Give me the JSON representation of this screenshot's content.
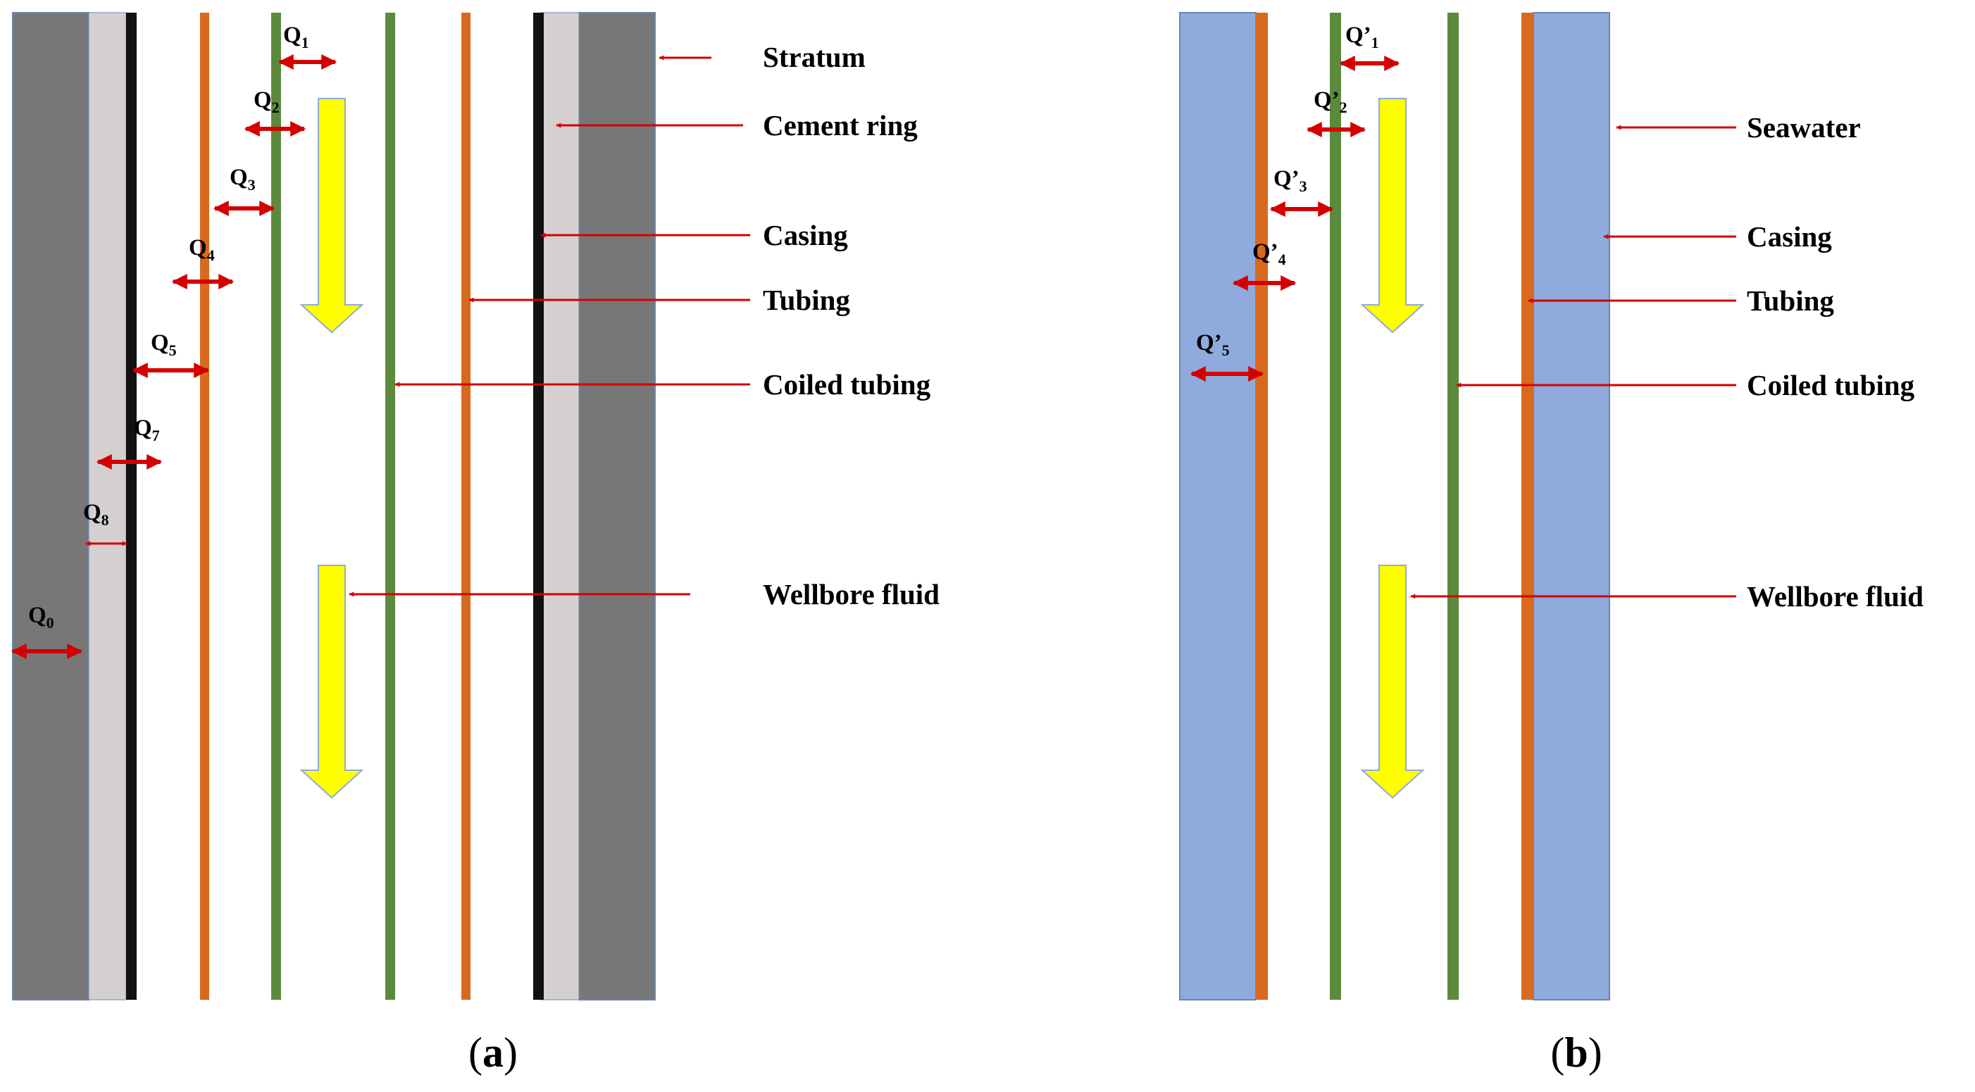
{
  "colors": {
    "stratum": "#777777",
    "cement": "#d4d0d0",
    "casing_black": "#111111",
    "tubing": "#d8691e",
    "coiled": "#5c8a3c",
    "seawater": "#8faadc",
    "arrow": "#d40000",
    "flow": "#ffff00"
  },
  "panel_a": {
    "caption": {
      "open": "(",
      "letter": "a",
      "close": ")"
    },
    "labels": {
      "stratum": "Stratum",
      "cement_ring": "Cement ring",
      "casing": "Casing",
      "tubing": "Tubing",
      "coiled_tubing": "Coiled tubing",
      "wellbore_fluid": "Wellbore  fluid"
    },
    "q": [
      {
        "base": "Q",
        "sub": "1"
      },
      {
        "base": "Q",
        "sub": "2"
      },
      {
        "base": "Q",
        "sub": "3"
      },
      {
        "base": "Q",
        "sub": "4"
      },
      {
        "base": "Q",
        "sub": "5"
      },
      {
        "base": "Q",
        "sub": "7"
      },
      {
        "base": "Q",
        "sub": "8"
      },
      {
        "base": "Q",
        "sub": "0"
      }
    ]
  },
  "panel_b": {
    "caption": {
      "open": "(",
      "letter": "b",
      "close": ")"
    },
    "labels": {
      "seawater": "Seawater",
      "casing": "Casing",
      "tubing": "Tubing",
      "coiled_tubing": "Coiled tubing",
      "wellbore_fluid": "Wellbore  fluid"
    },
    "q": [
      {
        "base": "Q’",
        "sub": "1"
      },
      {
        "base": "Q’",
        "sub": "2"
      },
      {
        "base": "Q’",
        "sub": "3"
      },
      {
        "base": "Q’",
        "sub": "4"
      },
      {
        "base": "Q’",
        "sub": "5"
      }
    ]
  }
}
